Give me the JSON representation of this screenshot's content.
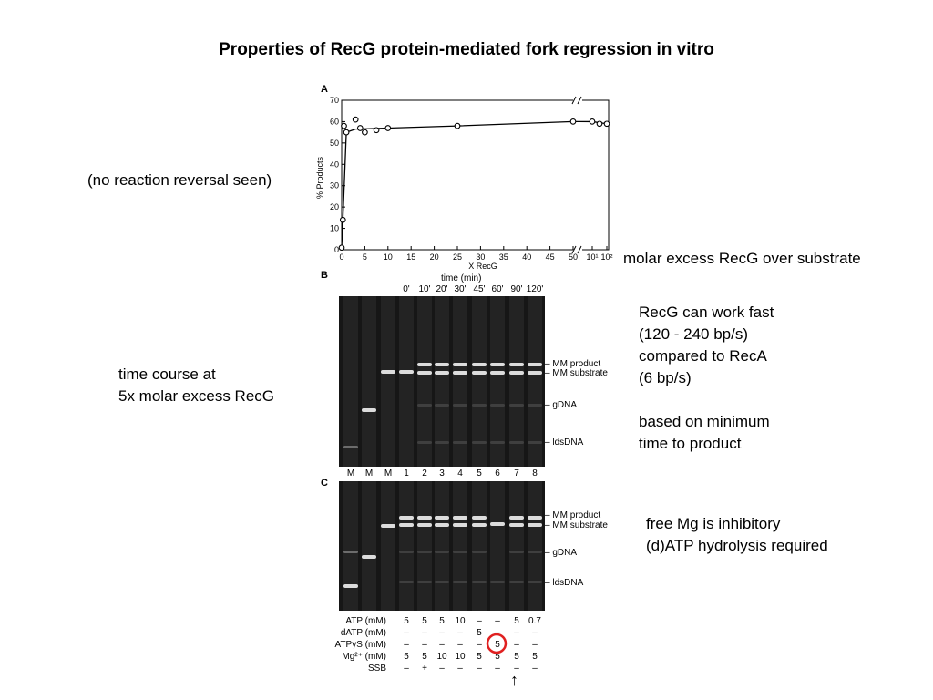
{
  "title": "Properties of RecG protein-mediated fork regression in vitro",
  "notes": {
    "no_reversal": "(no reaction reversal seen)",
    "molar_excess": "molar excess RecG over substrate",
    "time_course_1": "time course at",
    "time_course_2": "5x molar excess RecG",
    "fast_1": "RecG can work fast",
    "fast_2": "(120 - 240 bp/s)",
    "fast_3": "compared to RecA",
    "fast_4": "(6 bp/s)",
    "fast_5": "based on minimum",
    "fast_6": "time to product",
    "mg_1": "free Mg is inhibitory",
    "mg_2": "(d)ATP hydrolysis required"
  },
  "panels": {
    "a": "A",
    "b": "B",
    "c": "C"
  },
  "chart_data": {
    "type": "line",
    "xlabel": "X RecG",
    "ylabel": "% Products",
    "xticks": [
      "0",
      "5",
      "10",
      "15",
      "20",
      "25",
      "30",
      "35",
      "40",
      "45",
      "50",
      "10¹",
      "10²"
    ],
    "yticks": [
      "0",
      "10",
      "20",
      "30",
      "40",
      "50",
      "60",
      "70"
    ],
    "ylim": [
      0,
      70
    ],
    "axis_break": true,
    "points": [
      {
        "x": 0,
        "y": 1
      },
      {
        "x": 0.25,
        "y": 14
      },
      {
        "x": 0.5,
        "y": 58
      },
      {
        "x": 1,
        "y": 55
      },
      {
        "x": 3,
        "y": 61
      },
      {
        "x": 4,
        "y": 57
      },
      {
        "x": 5,
        "y": 55
      },
      {
        "x": 7.5,
        "y": 56
      },
      {
        "x": 10,
        "y": 57
      },
      {
        "x": 25,
        "y": 58
      },
      {
        "x": 50,
        "y": 60
      },
      {
        "x": 10,
        "y": 60,
        "scale": "log"
      },
      {
        "x": 40,
        "y": 59,
        "scale": "log"
      },
      {
        "x": 100,
        "y": 59,
        "scale": "log"
      }
    ],
    "grid": false
  },
  "gel_b": {
    "axis_title": "time (min)",
    "times": [
      "0'",
      "10'",
      "20'",
      "30'",
      "45'",
      "60'",
      "90'",
      "120'"
    ],
    "bands": [
      "MM product",
      "MM substrate",
      "gDNA",
      "ldsDNA"
    ],
    "lanes": [
      "M",
      "M",
      "M",
      "1",
      "2",
      "3",
      "4",
      "5",
      "6",
      "7",
      "8"
    ]
  },
  "gel_c": {
    "bands": [
      "MM product",
      "MM substrate",
      "gDNA",
      "ldsDNA"
    ],
    "conditions": [
      {
        "label": "ATP (mM)",
        "values": [
          "5",
          "5",
          "5",
          "10",
          "–",
          "–",
          "5",
          "0.7"
        ]
      },
      {
        "label": "dATP (mM)",
        "values": [
          "–",
          "–",
          "–",
          "–",
          "5",
          "–",
          "–",
          "–"
        ]
      },
      {
        "label": "ATPγS (mM)",
        "values": [
          "–",
          "–",
          "–",
          "–",
          "–",
          "5",
          "–",
          "–"
        ]
      },
      {
        "label": "Mg²⁺ (mM)",
        "values": [
          "5",
          "5",
          "10",
          "10",
          "5",
          "5",
          "5",
          "5"
        ]
      },
      {
        "label": "SSB",
        "values": [
          "–",
          "+",
          "–",
          "–",
          "–",
          "–",
          "–",
          "–"
        ]
      }
    ],
    "arrow": "↑"
  },
  "colors": {
    "highlight_circle": "#e02020",
    "gel_bg": "#161616"
  }
}
